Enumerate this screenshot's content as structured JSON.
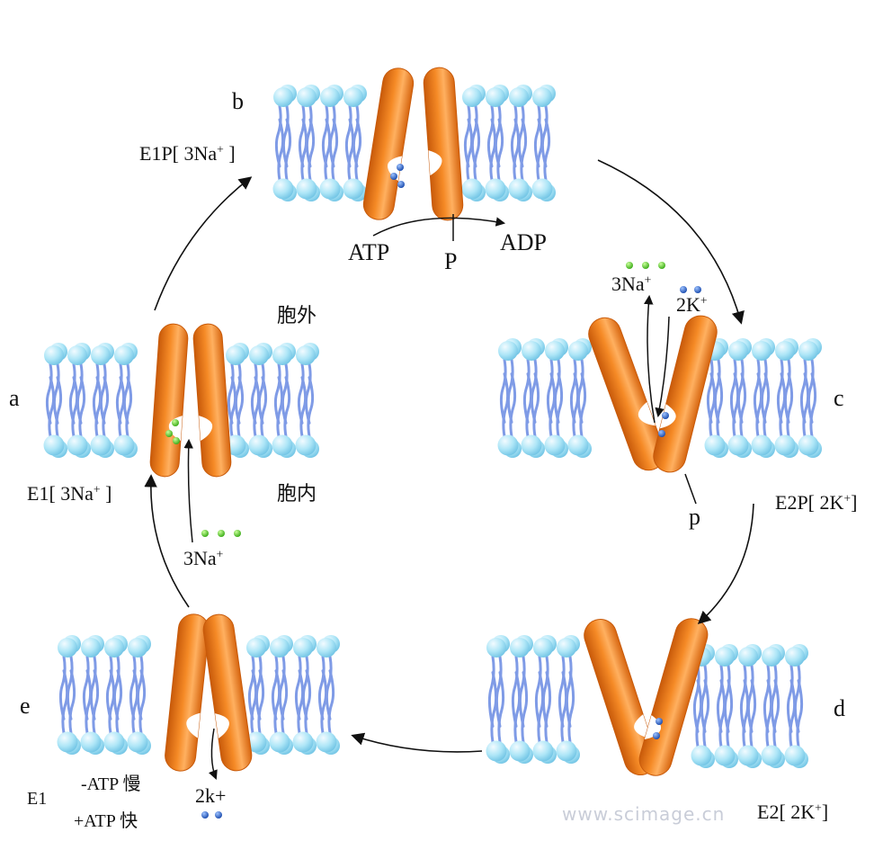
{
  "stages": {
    "a": {
      "letter": "a",
      "state_prefix": "E1[ 3Na",
      "state_sup": "+",
      "state_suffix": " ]"
    },
    "b": {
      "letter": "b",
      "state_prefix": "E1P[ 3Na",
      "state_sup": "+",
      "state_suffix": " ]"
    },
    "c": {
      "letter": "c",
      "state_prefix": "E2P[ 2K",
      "state_sup": "+",
      "state_suffix": "]"
    },
    "d": {
      "letter": "d",
      "state_prefix": "E2[ 2K",
      "state_sup": "+",
      "state_suffix": "]"
    },
    "e": {
      "letter": "e",
      "state": "E1",
      "note_slow": "-ATP 慢",
      "note_fast": "+ATP 快"
    }
  },
  "regions": {
    "outside": "胞外",
    "inside": "胞内"
  },
  "reaction_b": {
    "atp": "ATP",
    "p": "P",
    "adp": "ADP"
  },
  "ions": {
    "na_in_base": "3Na",
    "na_in_sup": "+",
    "na_out_base": "3Na",
    "na_out_sup": "+",
    "k_in_base": "2K",
    "k_in_sup": "+",
    "k_release": "2k+",
    "c_phosphate": "p"
  },
  "colors": {
    "protein": "#f07e1e",
    "protein_dark": "#c85a0a",
    "lipid_head": "#aee6f7",
    "lipid_tail": "#7f9be6",
    "sodium": "#55d130",
    "potassium": "#2f6fd6"
  },
  "watermark": "www.scimage.cn"
}
